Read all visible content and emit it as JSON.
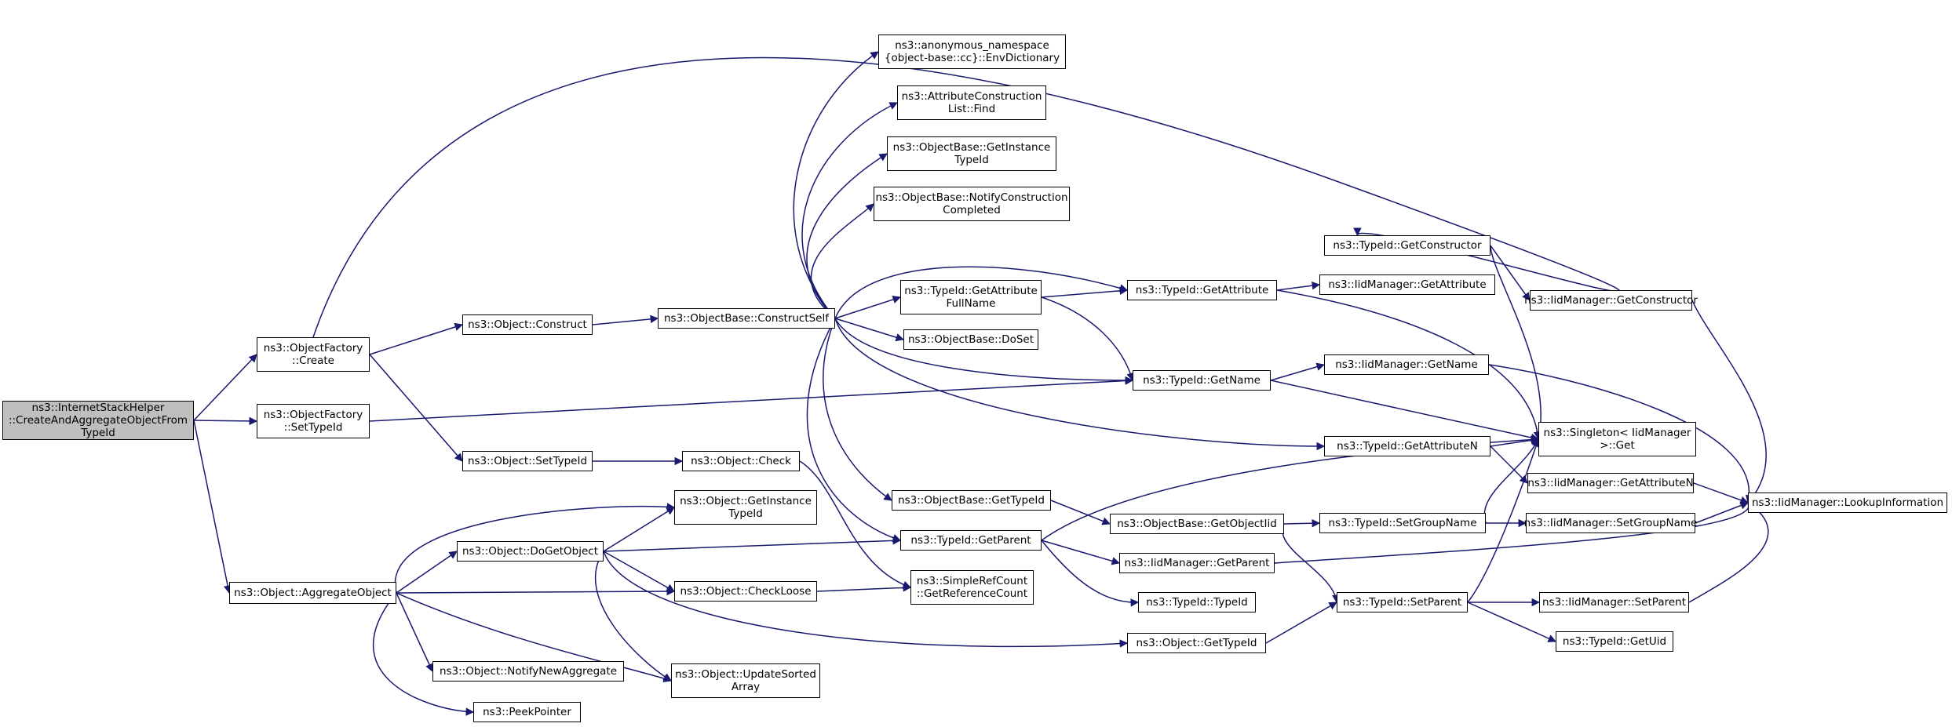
{
  "colors": {
    "edge": "#191970",
    "node_border": "#000000",
    "root_fill": "#bfbfbf",
    "node_fill": "#ffffff"
  },
  "nodes": {
    "root": "ns3::InternetStackHelper\n::CreateAndAggregateObjectFrom\nTypeId",
    "of_create": "ns3::ObjectFactory\n::Create",
    "of_settypeid": "ns3::ObjectFactory\n::SetTypeId",
    "obj_aggregate": "ns3::Object::AggregateObject",
    "obj_construct": "ns3::Object::Construct",
    "obj_settypeid": "ns3::Object::SetTypeId",
    "obj_check": "ns3::Object::Check",
    "obj_dogetobject": "ns3::Object::DoGetObject",
    "obj_getinstancetypeid": "ns3::Object::GetInstance\nTypeId",
    "obj_checkloose": "ns3::Object::CheckLoose",
    "obj_notifynewaggregate": "ns3::Object::NotifyNewAggregate",
    "obj_updatesortedarray": "ns3::Object::UpdateSorted\nArray",
    "peekpointer": "ns3::PeekPointer",
    "ob_constructself": "ns3::ObjectBase::ConstructSelf",
    "anon_envdict": "ns3::anonymous_namespace\n{object-base::cc}::EnvDictionary",
    "acl_find": "ns3::AttributeConstruction\nList::Find",
    "ob_getinstancetypeid": "ns3::ObjectBase::GetInstance\nTypeId",
    "ob_notifyconstruction": "ns3::ObjectBase::NotifyConstruction\nCompleted",
    "tid_getattributefullname": "ns3::TypeId::GetAttribute\nFullName",
    "ob_doset": "ns3::ObjectBase::DoSet",
    "ob_gettypeid": "ns3::ObjectBase::GetTypeId",
    "tid_getparent": "ns3::TypeId::GetParent",
    "src_getrefcount": "ns3::SimpleRefCount\n::GetReferenceCount",
    "tid_getconstructor": "ns3::TypeId::GetConstructor",
    "tid_getattribute": "ns3::TypeId::GetAttribute",
    "tid_getname": "ns3::TypeId::GetName",
    "tid_getattributen": "ns3::TypeId::GetAttributeN",
    "ob_getobjectiid": "ns3::ObjectBase::GetObjectIid",
    "iid_getparent": "ns3::IidManager::GetParent",
    "tid_typeid": "ns3::TypeId::TypeId",
    "obj_gettypeid": "ns3::Object::GetTypeId",
    "iid_getattribute": "ns3::IidManager::GetAttribute",
    "iid_getconstructor": "ns3::IidManager::GetConstructor",
    "iid_getname": "ns3::IidManager::GetName",
    "singleton_get": "ns3::Singleton< IidManager\n>::Get",
    "iid_getattributen": "ns3::IidManager::GetAttributeN",
    "tid_setgroupname": "ns3::TypeId::SetGroupName",
    "iid_setgroupname": "ns3::IidManager::SetGroupName",
    "tid_setparent": "ns3::TypeId::SetParent",
    "iid_setparent": "ns3::IidManager::SetParent",
    "tid_getuid": "ns3::TypeId::GetUid",
    "iid_lookupinformation": "ns3::IidManager::LookupInformation"
  }
}
